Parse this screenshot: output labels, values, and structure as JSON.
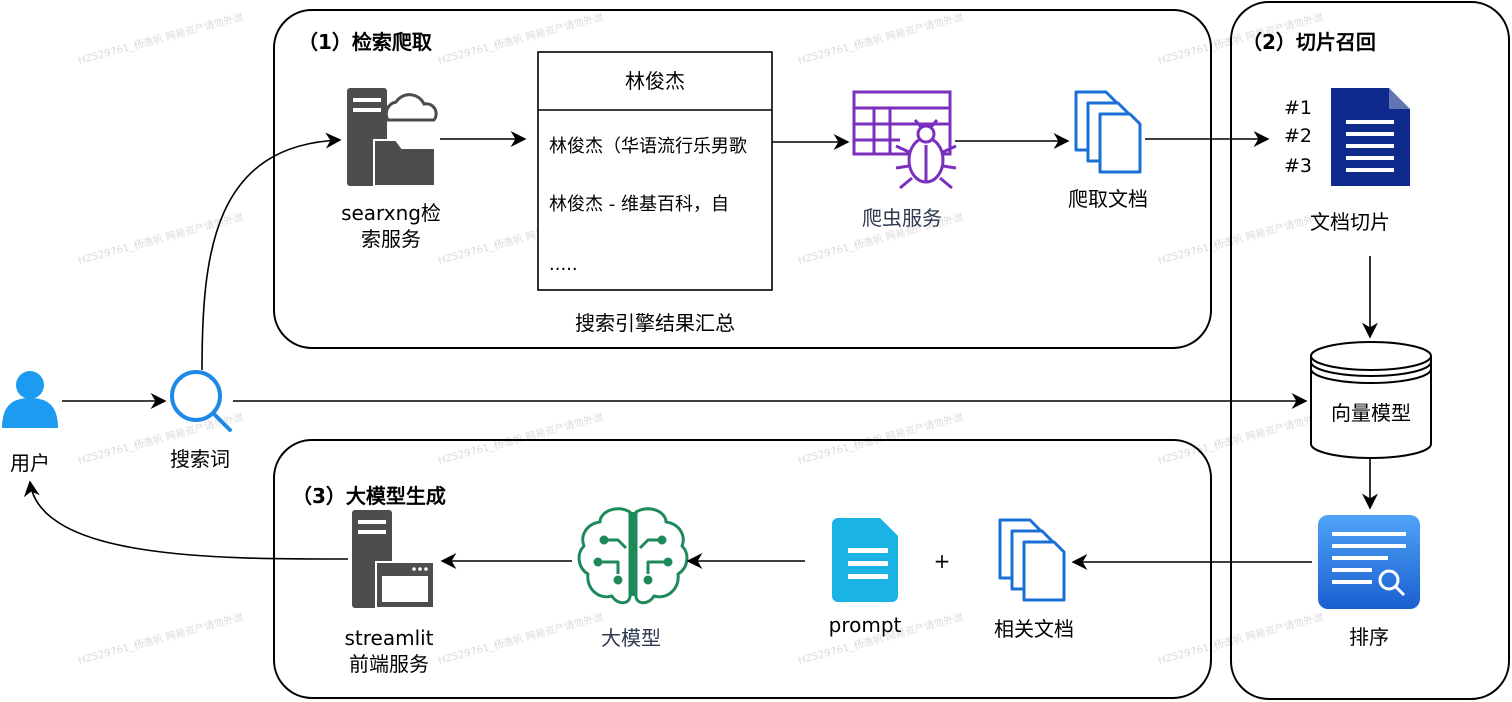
{
  "sections": {
    "retrieval": "（1）检索爬取",
    "recall": "（2）切片召回",
    "generation": "（3）大模型生成"
  },
  "nodes": {
    "user": "用户",
    "query": "搜索词",
    "searxng": "searxng检\n索服务",
    "crawler": "爬虫服务",
    "crawled_docs": "爬取文档",
    "doc_chunks": "文档切片",
    "vector_model": "向量模型",
    "rerank": "排序",
    "related_docs": "相关文档",
    "prompt": "prompt",
    "plus": "+",
    "llm": "大模型",
    "streamlit": "streamlit\n前端服务"
  },
  "search_results": {
    "header": "林俊杰",
    "items": [
      "林俊杰（华语流行乐男歌",
      "林俊杰 - 维基百科，自",
      "....."
    ],
    "caption": "搜索引擎结果汇总"
  },
  "chunk_ids": [
    "#1",
    "#2",
    "#3"
  ],
  "watermark": "HZS29761_杨逸帆 网易资产请勿外泄",
  "colors": {
    "user_blue": "#1d9bf0",
    "search_blue": "#1e88e5",
    "server_gray": "#4d4d4d",
    "crawler_purple": "#7b2fbe",
    "doc_blue": "#1a6fd6",
    "chunk_navy": "#0d2a8c",
    "rerank_blue": "#2f7fe8",
    "prompt_cyan": "#1ab3e6",
    "llm_green": "#1e8a5a",
    "crawler_label": "#2f3a4f",
    "llm_label": "#2f3a4f"
  },
  "icons": [
    "user-icon",
    "search-icon",
    "server-folder-cloud-icon",
    "crawler-bug-icon",
    "documents-icon",
    "document-lines-icon",
    "database-icon",
    "rerank-icon",
    "prompt-doc-icon",
    "brain-circuit-icon",
    "server-window-icon"
  ]
}
